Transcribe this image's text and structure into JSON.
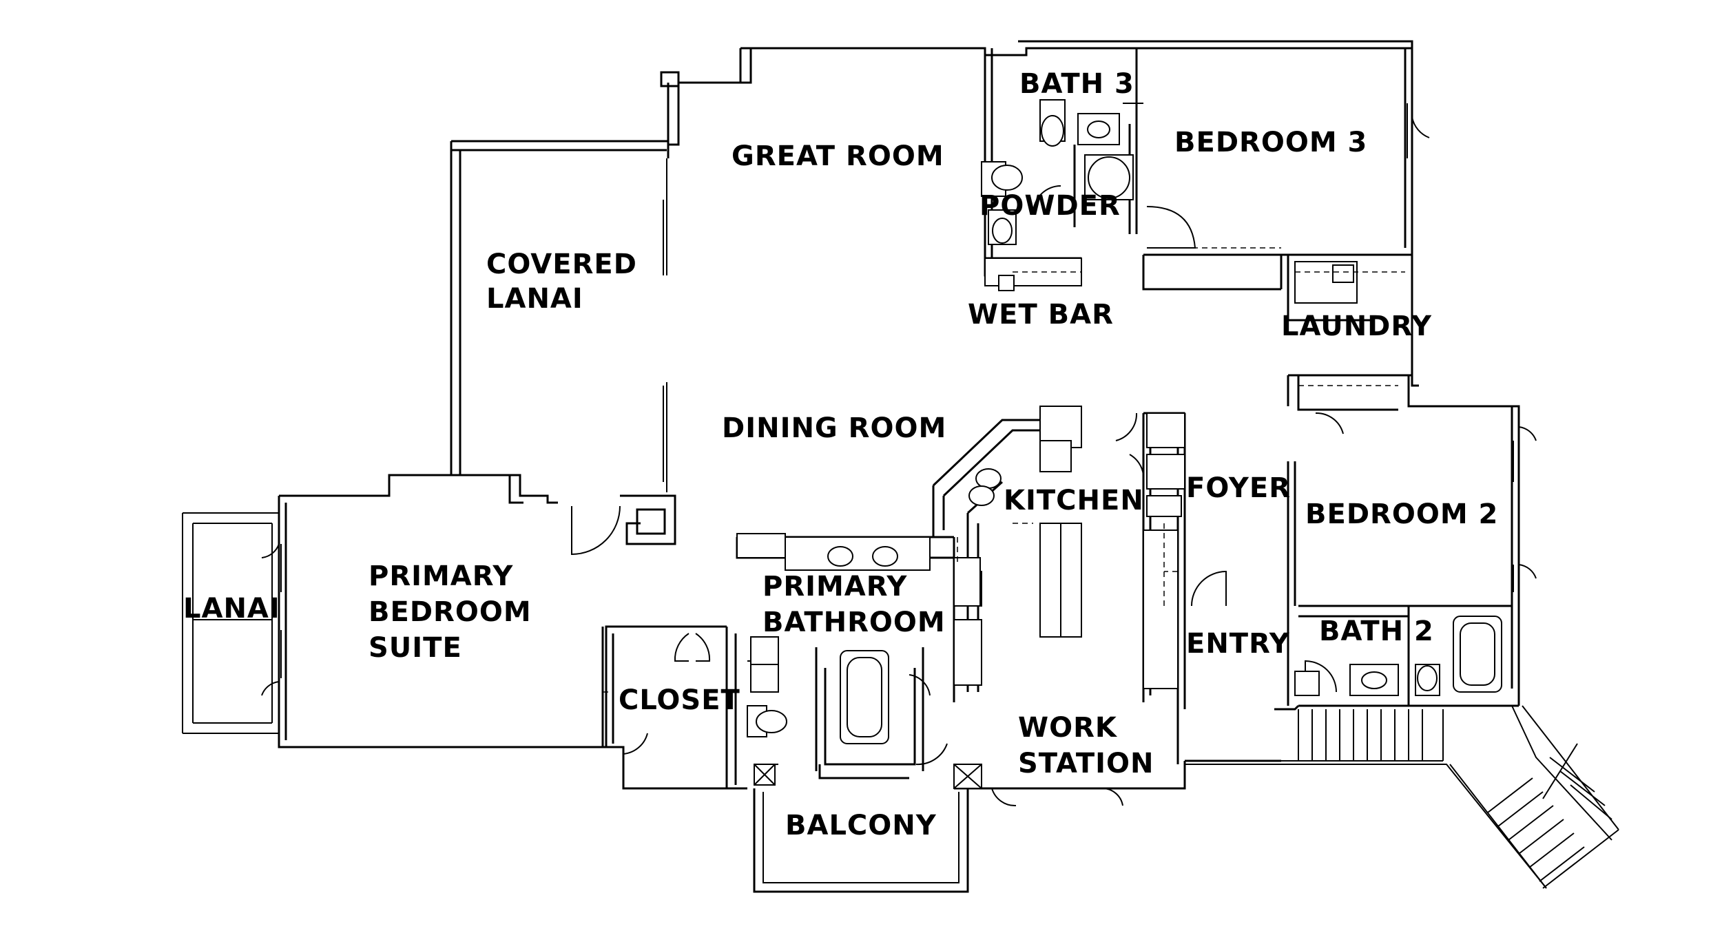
{
  "rooms": {
    "bath3": "BATH 3",
    "great_room": "GREAT ROOM",
    "bedroom3": "BEDROOM 3",
    "powder": "POWDER",
    "covered_lanai_line1": "COVERED",
    "covered_lanai_line2": "LANAI",
    "wet_bar": "WET BAR",
    "laundry": "LAUNDRY",
    "dining_room": "DINING ROOM",
    "kitchen": "KITCHEN",
    "foyer": "FOYER",
    "bedroom2": "BEDROOM 2",
    "primary_suite_line1": "PRIMARY",
    "primary_suite_line2": "BEDROOM",
    "primary_suite_line3": "SUITE",
    "lanai": "LANAI",
    "primary_bath_line1": "PRIMARY",
    "primary_bath_line2": "BATHROOM",
    "entry": "ENTRY",
    "bath2": "BATH 2",
    "closet": "CLOSET",
    "work_station_line1": "WORK",
    "work_station_line2": "STATION",
    "balcony": "BALCONY"
  }
}
